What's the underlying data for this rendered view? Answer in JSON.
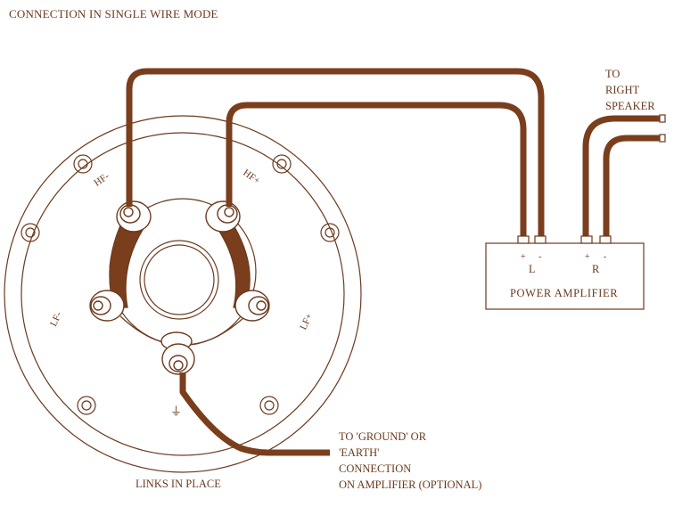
{
  "title": "CONNECTION IN SINGLE WIRE MODE",
  "speaker": {
    "terminals": {
      "hf_minus": "HF-",
      "hf_plus": "HF+",
      "lf_minus": "LF-",
      "lf_plus": "LF+"
    },
    "ground_symbol": "⏚"
  },
  "amplifier": {
    "label": "POWER  AMPLIFIER",
    "channel_left": "L",
    "channel_right": "R",
    "plus": "+",
    "minus": "-"
  },
  "right_speaker_note": [
    "TO",
    "RIGHT",
    "SPEAKER"
  ],
  "ground_note": [
    "TO 'GROUND' OR",
    "'EARTH'",
    "CONNECTION",
    "ON AMPLIFIER (OPTIONAL)"
  ],
  "links_note": "LINKS IN PLACE",
  "colors": {
    "line": "#6b3a1f",
    "wire": "#7a3e1c",
    "fill_link": "#7a3e1c"
  }
}
